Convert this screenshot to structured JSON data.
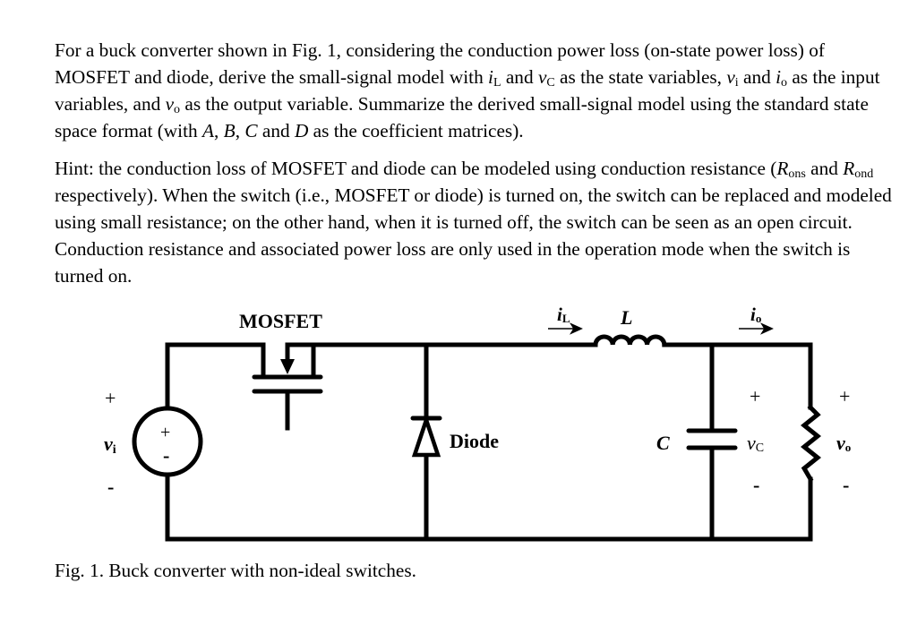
{
  "problem": {
    "paragraph1": {
      "t1": "For a buck converter shown in Fig. 1, considering the conduction power loss (on-state power loss) of MOSFET and diode, derive the small-signal model with ",
      "var_iL": "i",
      "var_iL_sub": "L",
      "t2": " and ",
      "var_vC": "v",
      "var_vC_sub": "C",
      "t3": " as the state variables, ",
      "var_vi": "v",
      "var_vi_sub": "i",
      "t4": " and ",
      "var_io": "i",
      "var_io_sub": "o",
      "t5": " as the input variables, and ",
      "var_vo": "v",
      "var_vo_sub": "o",
      "t6": " as the output variable. Summarize the derived small-signal model using the standard state space format (with ",
      "mA": "A",
      "sep1": ", ",
      "mB": "B",
      "sep2": ", ",
      "mC": "C",
      "sep3": " and ",
      "mD": "D",
      "t7": " as the coefficient matrices)."
    },
    "paragraph2": {
      "t1": "Hint: the conduction loss of MOSFET and diode can be modeled using conduction resistance (",
      "r1": "R",
      "r1_sub": "ons",
      "t2": " and ",
      "r2": "R",
      "r2_sub": "ond",
      "t3": " respectively). When the switch (i.e., MOSFET or diode) is turned on, the switch can be replaced and modeled using small resistance; on the other hand, when it is turned off, the switch can be seen as an open circuit. Conduction resistance and associated power loss are only used in the operation mode when the switch is turned on."
    }
  },
  "figure": {
    "labels": {
      "mosfet": "MOSFET",
      "diode": "Diode",
      "inductor": "L",
      "capacitor": "C",
      "iL": "i",
      "iL_sub": "L",
      "io": "i",
      "io_sub": "o",
      "vi": "v",
      "vi_sub": "i",
      "vC": "v",
      "vC_sub": "C",
      "vo": "v",
      "vo_sub": "o",
      "plus": "+",
      "minus": "-"
    },
    "caption": "Fig. 1. Buck converter with non-ideal switches."
  }
}
